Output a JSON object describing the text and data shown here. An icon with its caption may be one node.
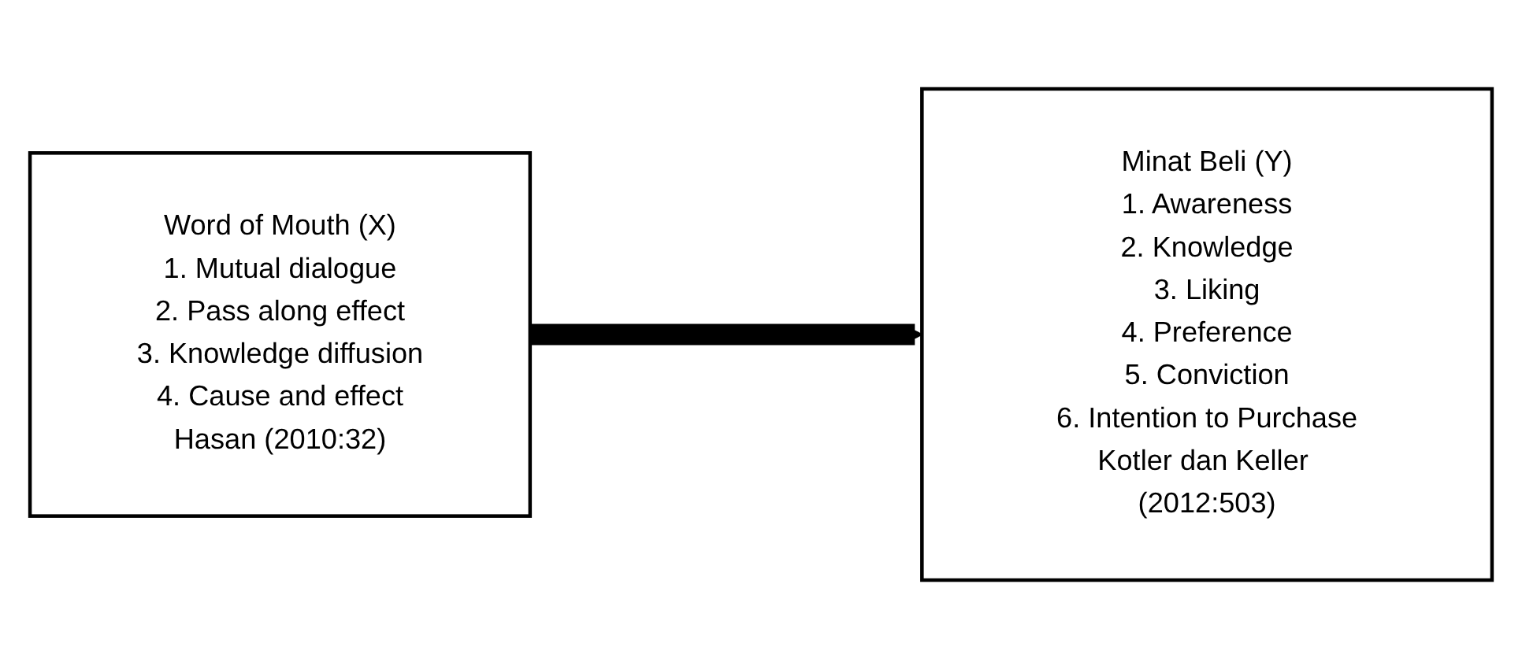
{
  "diagram": {
    "nodes": [
      {
        "text": [
          "Word of Mouth (X)",
          "1. Mutual dialogue",
          "2. Pass along effect",
          "3. Knowledge diffusion",
          "4. Cause and effect",
          "Hasan (2010:32)"
        ]
      },
      {
        "text": [
          "Minat Beli (Y)",
          "1. Awareness",
          "2. Knowledge",
          "3. Liking",
          "4. Preference",
          "5. Conviction",
          "6. Intention to Purchase",
          "Kotler dan Keller (2012:503)"
        ]
      }
    ],
    "edges": [
      {
        "from": 0,
        "to": 1,
        "arrow": "to"
      }
    ]
  }
}
